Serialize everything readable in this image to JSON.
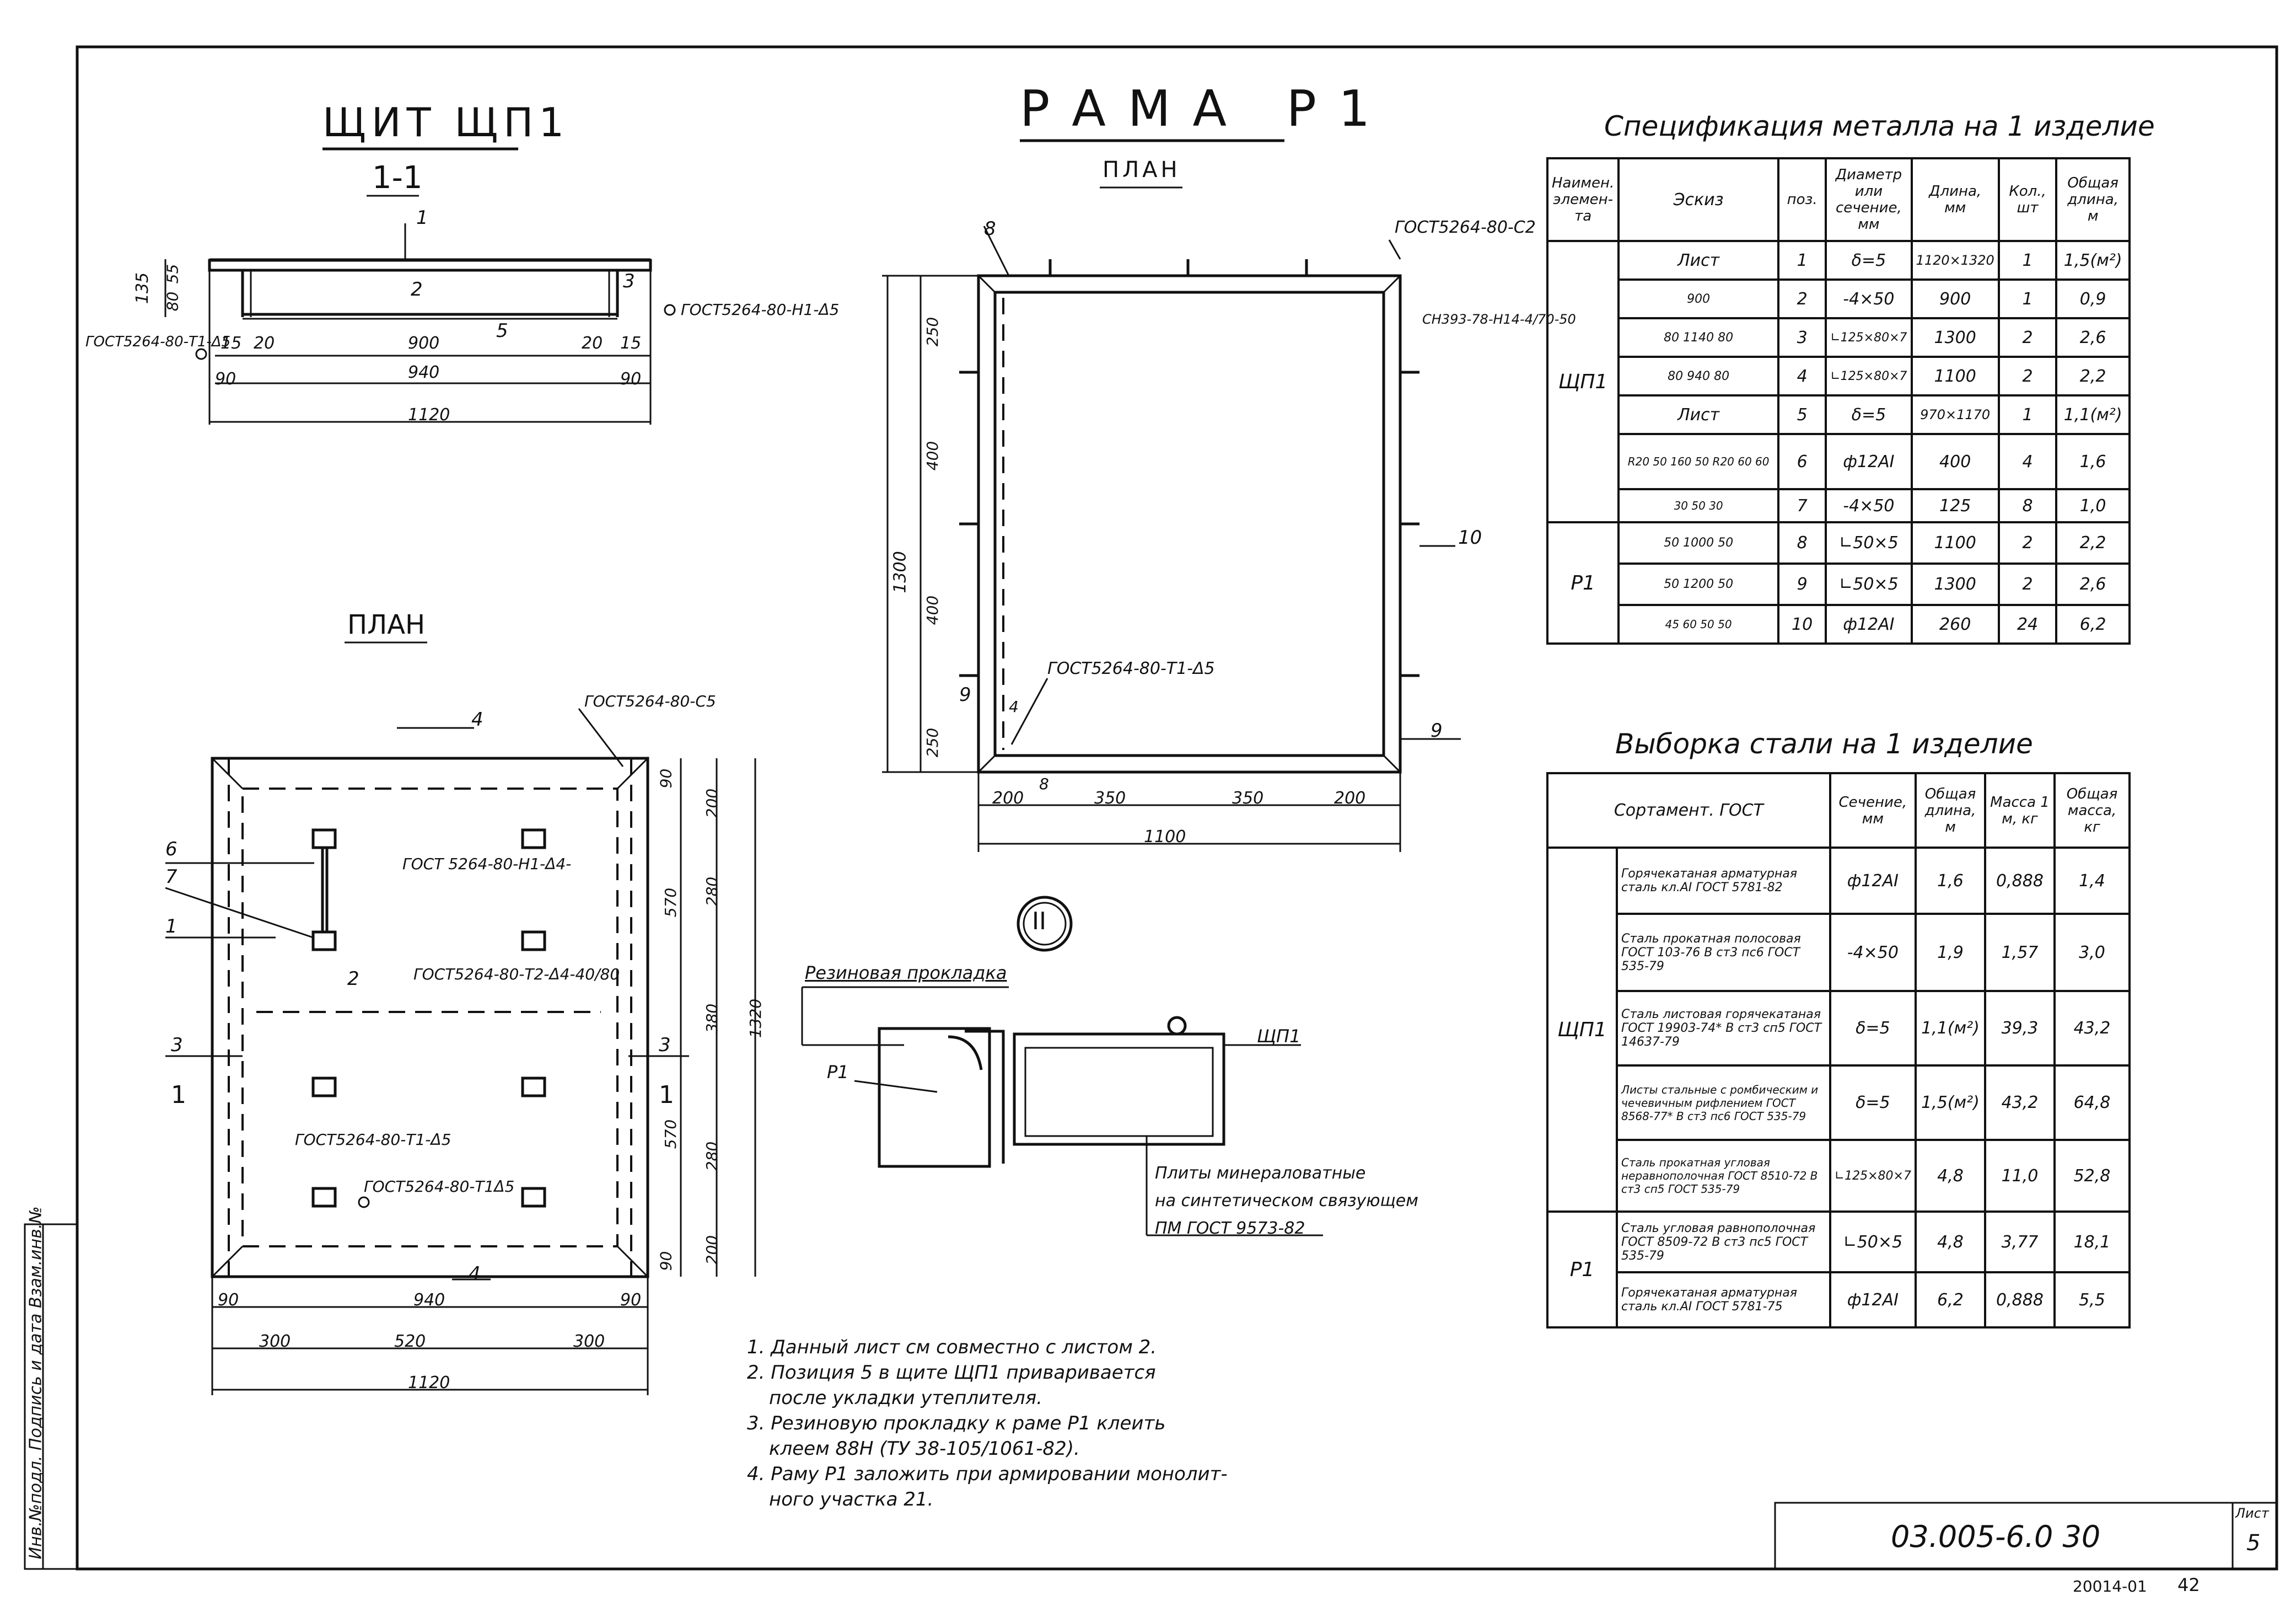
{
  "left": {
    "title": "ЩИТ ЩП1",
    "section": "1-1",
    "plan_label": "ПЛАН",
    "gost_t1_left": "ГОСТ5264-80-Т1-Δ5",
    "gost_h1_right": "ГОСТ5264-80-Н1-Δ5",
    "sec_dims": [
      "135",
      "80",
      "55",
      "15",
      "20",
      "900",
      "20",
      "15",
      "90",
      "940",
      "90",
      "1120"
    ],
    "sec_pos": [
      "1",
      "2",
      "3",
      "5"
    ],
    "plan_gost": [
      "ГОСТ5264-80-С5",
      "ГОСТ 5264-80-Н1-Δ4-",
      "ГОСТ5264-80-Т2-Δ4-40/80",
      "ГОСТ5264-80-Т1-Δ5",
      "ГОСТ5264-80-Т1Δ5"
    ],
    "plan_pos": [
      "4",
      "6",
      "7",
      "1",
      "2",
      "3",
      "3",
      "4"
    ],
    "plan_right_dims": [
      "90",
      "200",
      "570",
      "280",
      "380",
      "280",
      "570",
      "200",
      "90",
      "1320"
    ],
    "plan_bottom_dims": [
      "90",
      "940",
      "90",
      "300",
      "520",
      "300",
      "1120"
    ],
    "cut_marks": [
      "1",
      "1"
    ]
  },
  "frame": {
    "title": "РАМА Р1",
    "plan_label": "ПЛАН",
    "gost_c2": "ГОСТ5264-80-С2",
    "sn": "СН393-78-Н14-4/70-50",
    "gost_t1": "ГОСТ5264-80-Т1-Δ5",
    "pos": [
      "8",
      "10",
      "9",
      "9",
      "8",
      "4"
    ],
    "left_dims": [
      "250",
      "400",
      "1300",
      "400",
      "250"
    ],
    "bottom_dims": [
      "200",
      "350",
      "350",
      "200",
      "1100"
    ]
  },
  "detail": {
    "marker": "II",
    "gasket": "Резиновая прокладка",
    "p1": "Р1",
    "shp1": "ЩП1",
    "note1": "Плиты минераловатные",
    "note2": "на синтетическом связующем",
    "note3": "ПМ ГОСТ 9573-82"
  },
  "notes": [
    "1. Данный лист см совместно с листом 2.",
    "2. Позиция 5 в щите ЩП1 приваривается",
    "после укладки утеплителя.",
    "3. Резиновую прокладку к раме Р1 клеить",
    "клеем 88Н (ТУ 38-105/1061-82).",
    "4. Раму Р1 заложить при армировании монолит-",
    "ного участка 21."
  ],
  "spec": {
    "title": "Спецификация металла на 1 изделие",
    "headers": [
      "Наимен. элемен- та",
      "Эскиз",
      "поз.",
      "Диаметр или сечение, мм",
      "Длина, мм",
      "Кол., шт",
      "Общая длина, м"
    ],
    "groups": [
      "ЩП1",
      "Р1"
    ],
    "rows": [
      {
        "sketch": "Лист",
        "pos": "1",
        "sec": "δ=5",
        "len": "1120×1320",
        "qty": "1",
        "total": "1,5(м²)"
      },
      {
        "sketch": "900",
        "pos": "2",
        "sec": "-4×50",
        "len": "900",
        "qty": "1",
        "total": "0,9"
      },
      {
        "sketch": "80 1140 80",
        "pos": "3",
        "sec": "∟125×80×7",
        "len": "1300",
        "qty": "2",
        "total": "2,6"
      },
      {
        "sketch": "80 940 80",
        "pos": "4",
        "sec": "∟125×80×7",
        "len": "1100",
        "qty": "2",
        "total": "2,2"
      },
      {
        "sketch": "Лист",
        "pos": "5",
        "sec": "δ=5",
        "len": "970×1170",
        "qty": "1",
        "total": "1,1(м²)"
      },
      {
        "sketch": "R20 50 160 50 R20 60 60",
        "pos": "6",
        "sec": "ф12АI",
        "len": "400",
        "qty": "4",
        "total": "1,6"
      },
      {
        "sketch": "30 50 30",
        "pos": "7",
        "sec": "-4×50",
        "len": "125",
        "qty": "8",
        "total": "1,0"
      },
      {
        "sketch": "50 1000 50",
        "pos": "8",
        "sec": "∟50×5",
        "len": "1100",
        "qty": "2",
        "total": "2,2"
      },
      {
        "sketch": "50 1200 50",
        "pos": "9",
        "sec": "∟50×5",
        "len": "1300",
        "qty": "2",
        "total": "2,6"
      },
      {
        "sketch": "45 60 50 50",
        "pos": "10",
        "sec": "ф12АI",
        "len": "260",
        "qty": "24",
        "total": "6,2"
      }
    ]
  },
  "steel": {
    "title": "Выборка стали на 1 изделие",
    "headers": [
      "Сортамент. ГОСТ",
      "Сечение, мм",
      "Общая длина, м",
      "Масса 1 м, кг",
      "Общая масса, кг"
    ],
    "groups": [
      "ЩП1",
      "Р1"
    ],
    "rows": [
      {
        "name": "Горячекатаная арматурная сталь кл.АI ГОСТ 5781-82",
        "sec": "ф12АI",
        "len": "1,6",
        "mass": "0,888",
        "total": "1,4"
      },
      {
        "name": "Сталь прокатная полосовая ГОСТ 103-76 В ст3 пс6 ГОСТ 535-79",
        "sec": "-4×50",
        "len": "1,9",
        "mass": "1,57",
        "total": "3,0"
      },
      {
        "name": "Сталь листовая горячекатаная ГОСТ 19903-74* В ст3 сп5 ГОСТ 14637-79",
        "sec": "δ=5",
        "len": "1,1(м²)",
        "mass": "39,3",
        "total": "43,2"
      },
      {
        "name": "Листы стальные с ромбическим и чечевичным рифлением ГОСТ 8568-77* В ст3 пс6 ГОСТ 535-79",
        "sec": "δ=5",
        "len": "1,5(м²)",
        "mass": "43,2",
        "total": "64,8"
      },
      {
        "name": "Сталь прокатная угловая неравнополочная ГОСТ 8510-72 В ст3 сп5 ГОСТ 535-79",
        "sec": "∟125×80×7",
        "len": "4,8",
        "mass": "11,0",
        "total": "52,8"
      },
      {
        "name": "Сталь угловая равнополочная ГОСТ 8509-72 В ст3 пс5 ГОСТ 535-79",
        "sec": "∟50×5",
        "len": "4,8",
        "mass": "3,77",
        "total": "18,1"
      },
      {
        "name": "Горячекатаная арматурная сталь кл.АI ГОСТ 5781-75",
        "sec": "ф12АI",
        "len": "6,2",
        "mass": "0,888",
        "total": "5,5"
      }
    ]
  },
  "stamp": {
    "code": "03.005-6.0 30",
    "sheet_label": "Лист",
    "sheet": "5",
    "bottom_left": "20014-01",
    "bottom_right": "42",
    "side": "Инв.№подл. Подпись и дата Взам.инв.№"
  }
}
